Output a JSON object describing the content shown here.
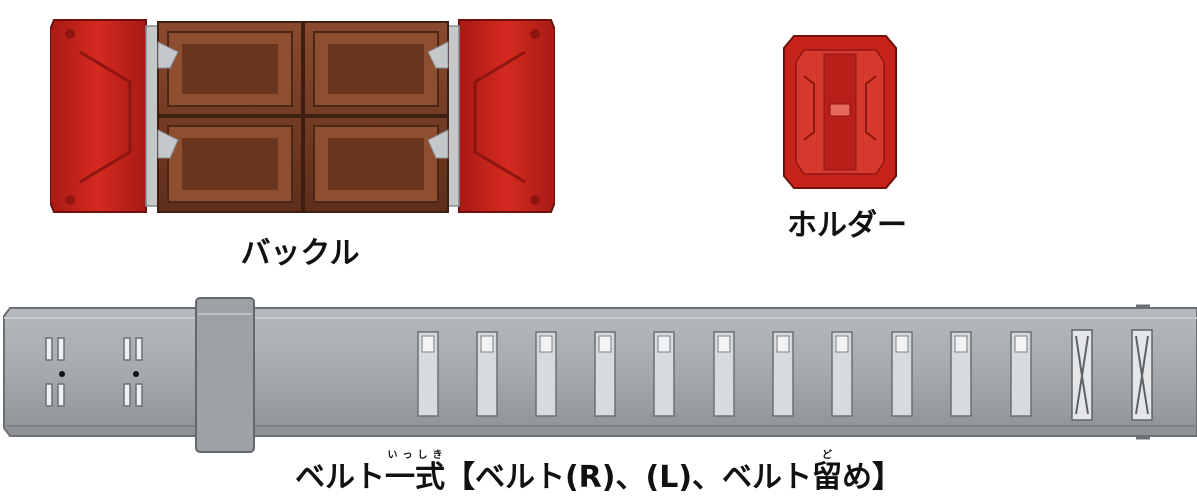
{
  "captions": {
    "buckle": "バックル",
    "holder": "ホルダー",
    "belt_set": {
      "prefix": "ベルト",
      "kanji_ichi": "一",
      "kanji_ichi_reading": "いっ",
      "kanji_shiki": "式",
      "kanji_shiki_reading": "しき",
      "middle": "【ベルト(R)、(L)、ベルト",
      "kanji_tome": "留",
      "kanji_tome_reading": "ど",
      "suffix": "め】"
    }
  },
  "colors": {
    "red": "#c8241c",
    "red_dark": "#8f1510",
    "chocolate": "#7a4028",
    "chocolate_dark": "#4e2616",
    "silver": "#b9bdc0",
    "belt_gray": "#a6aaae",
    "belt_gray_dark": "#7d8185"
  },
  "items": [
    {
      "name": "buckle",
      "icon": "chocolate-bar-buckle"
    },
    {
      "name": "holder",
      "icon": "red-holder"
    },
    {
      "name": "belt",
      "icon": "gray-belt-strap"
    }
  ]
}
